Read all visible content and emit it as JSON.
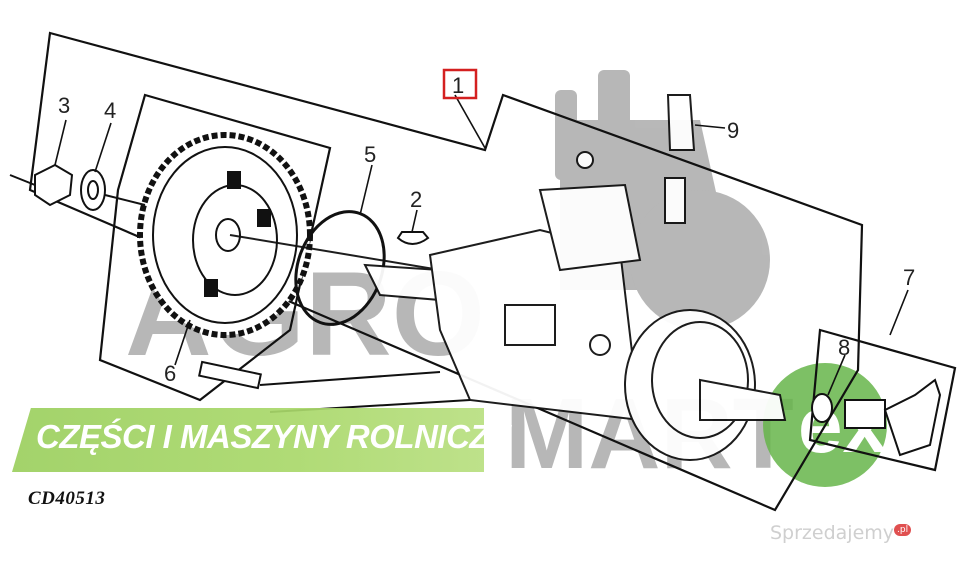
{
  "diagram": {
    "code": "CD40513",
    "callouts": [
      "1",
      "2",
      "3",
      "4",
      "5",
      "6",
      "7",
      "8",
      "9"
    ],
    "highlight_color": "#d42020"
  },
  "watermark": {
    "banner_text": "CZĘŚCI I MASZYNY ROLNICZE",
    "brand_top": "AGRO",
    "brand_bottom": "MART",
    "brand_suffix": "ex",
    "site": "Sprzedajemy",
    "site_tld": ".pl",
    "banner_color": "#a3d465",
    "logo_color": "#555555"
  }
}
